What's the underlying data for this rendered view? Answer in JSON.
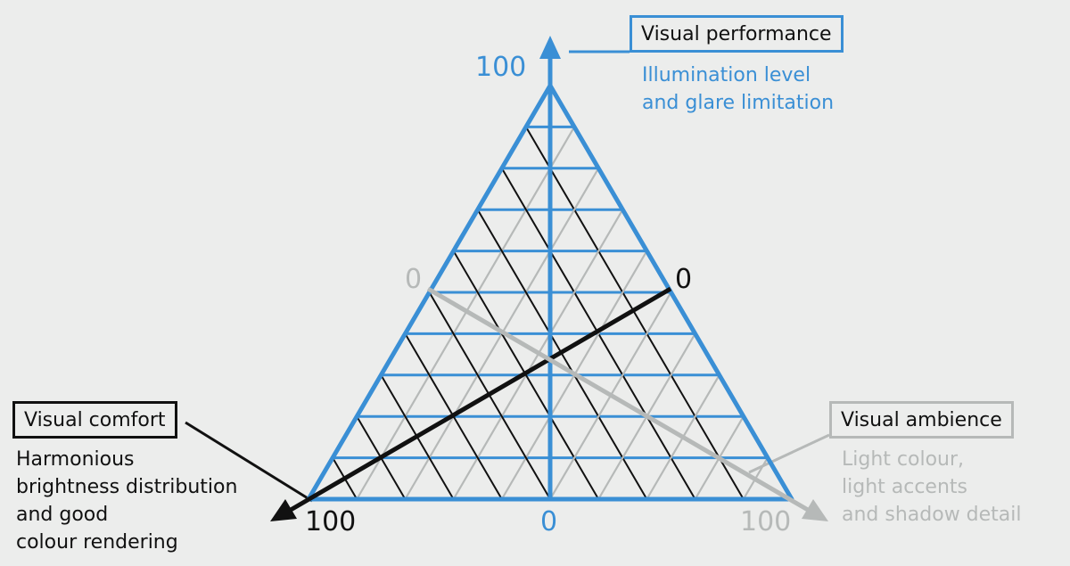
{
  "colors": {
    "blue": "#3a8fd5",
    "black": "#111111",
    "grey": "#b6b9b8",
    "background": "#ecedec"
  },
  "axes": {
    "performance": {
      "title": "Visual performance",
      "description": [
        "Illumination level",
        "and glare limitation"
      ],
      "max_label": "100",
      "min_label": "0",
      "color": "#3a8fd5"
    },
    "comfort": {
      "title": "Visual comfort",
      "description": [
        "Harmonious",
        "brightness distribution",
        "and good",
        "colour rendering"
      ],
      "max_label": "100",
      "min_label": "0",
      "color": "#111111"
    },
    "ambience": {
      "title": "Visual ambience",
      "description": [
        "Light colour,",
        "light accents",
        "and shadow detail"
      ],
      "max_label": "100",
      "min_label": "0",
      "color": "#b6b9b8"
    }
  },
  "grid_divisions": 10
}
